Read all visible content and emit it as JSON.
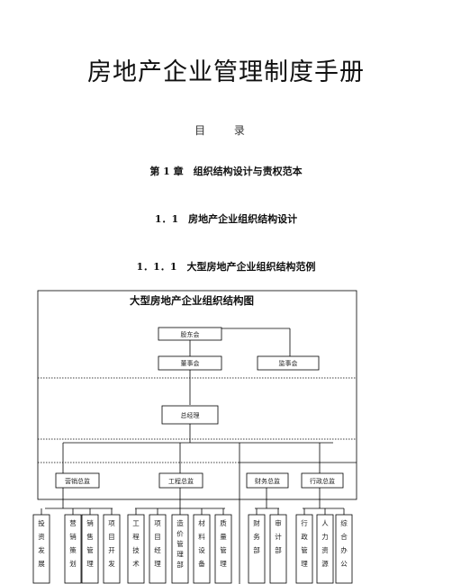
{
  "document": {
    "title": "房地产企业管理制度手册",
    "toc_label": "目 录",
    "chapter_heading": "第 1 章　组织结构设计与责权范本",
    "section_heading": "1．1　房地产企业组织结构设计",
    "subsection_heading": "1．1．1　大型房地产企业组织结构范例"
  },
  "org_chart": {
    "title": "大型房地产企业组织结构图",
    "top": [
      {
        "id": "shareholders",
        "label": "股东会"
      },
      {
        "id": "board",
        "label": "董事会"
      },
      {
        "id": "supervisors",
        "label": "监事会"
      },
      {
        "id": "gm",
        "label": "总经理"
      }
    ],
    "directors": [
      {
        "id": "marketing",
        "label": "营销总监"
      },
      {
        "id": "engineering",
        "label": "工程总监"
      },
      {
        "id": "finance",
        "label": "财务总监"
      },
      {
        "id": "admin",
        "label": "行政总监"
      }
    ],
    "departments": [
      {
        "id": "d1",
        "label": "投资发展"
      },
      {
        "id": "d2",
        "label": "营销策划"
      },
      {
        "id": "d3",
        "label": "销售管理"
      },
      {
        "id": "d4",
        "label": "项目开发"
      },
      {
        "id": "d5",
        "label": "工程技术"
      },
      {
        "id": "d6",
        "label": "项目经理"
      },
      {
        "id": "d7",
        "label": "造价管理部"
      },
      {
        "id": "d8",
        "label": "材料设备"
      },
      {
        "id": "d9",
        "label": "质量管理"
      },
      {
        "id": "d10",
        "label": "财务部"
      },
      {
        "id": "d11",
        "label": "审计部"
      },
      {
        "id": "d12",
        "label": "行政管理"
      },
      {
        "id": "d13",
        "label": "人力资源"
      },
      {
        "id": "d14",
        "label": "综合办公"
      }
    ]
  }
}
